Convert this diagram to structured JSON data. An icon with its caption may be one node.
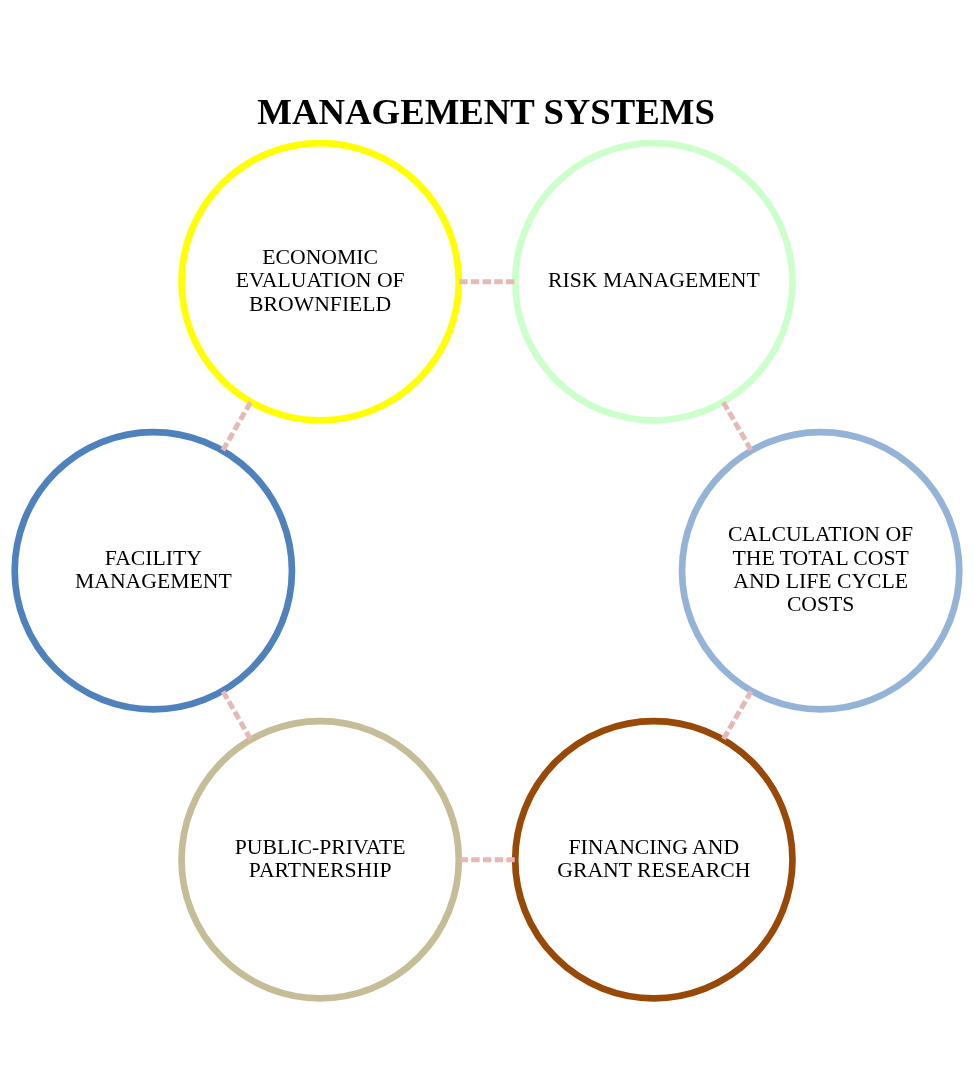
{
  "diagram": {
    "title": "MANAGEMENT SYSTEMS",
    "nodes": [
      {
        "text": [
          "FINANCING AND GRANT RESEARCH"
        ]
      },
      {
        "text": [
          "CALCULATION OF THE TOTAL COST AND LIFE CYCLE COSTS"
        ]
      },
      {
        "text": [
          "PUBLIC-PRIVATE PARTNERSHIP"
        ]
      },
      {
        "text": [
          "RISK MANAGEMENT"
        ]
      },
      {
        "text": [
          "FACILITY MANAGEMENT"
        ]
      },
      {
        "text": [
          "ECONOMIC EVALUATION OF BROWNFIELD"
        ]
      }
    ],
    "edges": [
      {
        "from": 0,
        "to": 2,
        "arrow": "none",
        "style": "dashed"
      },
      {
        "from": 2,
        "to": 4,
        "arrow": "none",
        "style": "dashed"
      },
      {
        "from": 4,
        "to": 5,
        "arrow": "none",
        "style": "dashed"
      },
      {
        "from": 5,
        "to": 3,
        "arrow": "none",
        "style": "dashed"
      },
      {
        "from": 3,
        "to": 1,
        "arrow": "none",
        "style": "dashed"
      },
      {
        "from": 1,
        "to": 0,
        "arrow": "none",
        "style": "dashed"
      }
    ]
  }
}
